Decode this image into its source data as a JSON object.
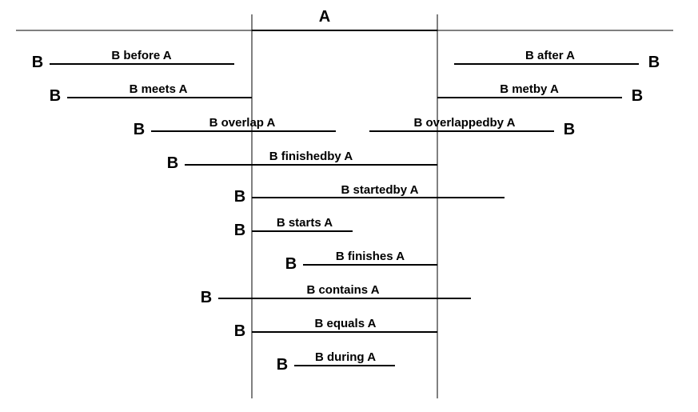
{
  "interval_a": {
    "label": "A"
  },
  "b_marker": "B",
  "relations": [
    {
      "id": "before",
      "label": "B before A"
    },
    {
      "id": "after",
      "label": "B after A"
    },
    {
      "id": "meets",
      "label": "B meets A"
    },
    {
      "id": "metby",
      "label": "B metby A"
    },
    {
      "id": "overlap",
      "label": "B overlap A"
    },
    {
      "id": "overlappedby",
      "label": "B overlappedby A"
    },
    {
      "id": "finishedby",
      "label": "B finishedby A"
    },
    {
      "id": "startedby",
      "label": "B startedby A"
    },
    {
      "id": "starts",
      "label": "B starts A"
    },
    {
      "id": "finishes",
      "label": "B finishes A"
    },
    {
      "id": "contains",
      "label": "B contains A"
    },
    {
      "id": "equals",
      "label": "B equals A"
    },
    {
      "id": "during",
      "label": "B during A"
    }
  ]
}
